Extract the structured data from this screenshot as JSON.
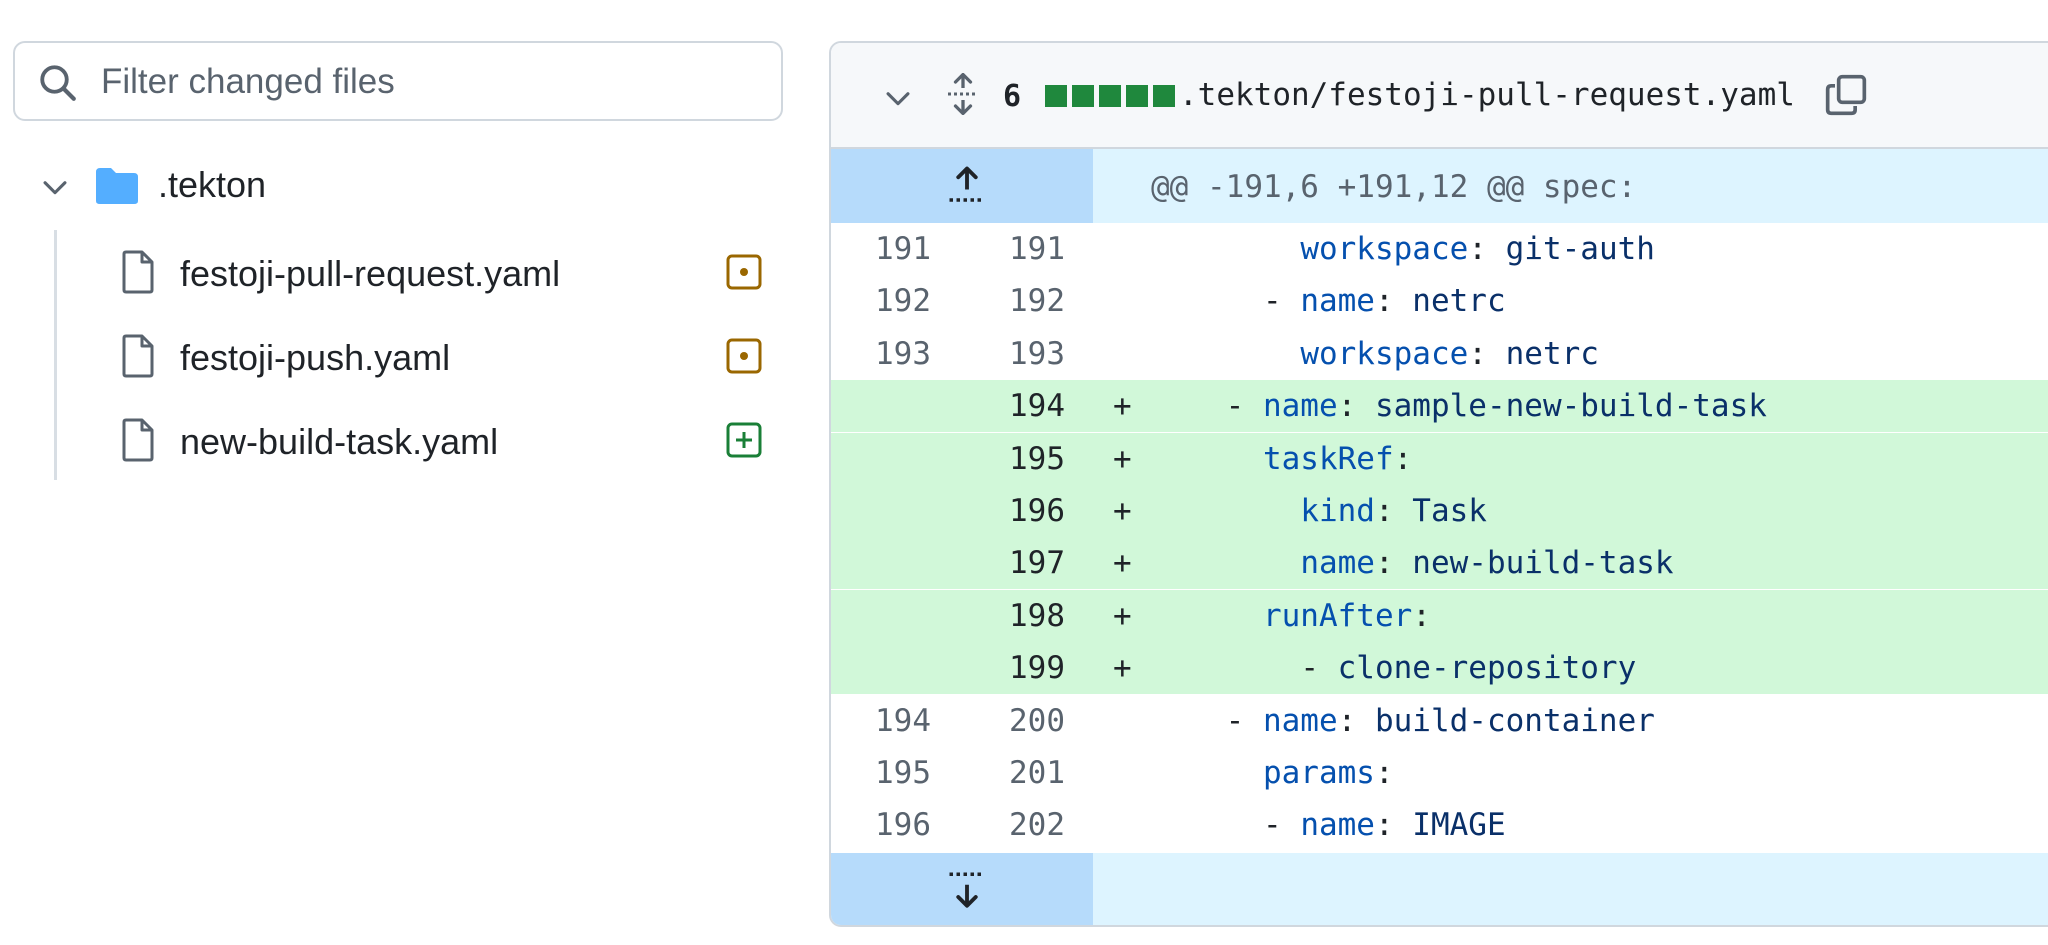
{
  "filter": {
    "placeholder": "Filter changed files"
  },
  "tree": {
    "folder": ".tekton",
    "files": [
      {
        "name": "festoji-pull-request.yaml",
        "status": "modified"
      },
      {
        "name": "festoji-push.yaml",
        "status": "modified"
      },
      {
        "name": "new-build-task.yaml",
        "status": "added"
      }
    ]
  },
  "diff": {
    "changes": "6",
    "path": ".tekton/festoji-pull-request.yaml",
    "hunk_header": "@@ -191,6 +191,12 @@ spec:",
    "lines": [
      {
        "old": "191",
        "new": "191",
        "mark": "",
        "indent": "        ",
        "dash": "",
        "key": "workspace",
        "value": "git-auth"
      },
      {
        "old": "192",
        "new": "192",
        "mark": "",
        "indent": "      ",
        "dash": "- ",
        "key": "name",
        "value": "netrc"
      },
      {
        "old": "193",
        "new": "193",
        "mark": "",
        "indent": "        ",
        "dash": "",
        "key": "workspace",
        "value": "netrc"
      },
      {
        "old": "",
        "new": "194",
        "mark": "+",
        "indent": "    ",
        "dash": "- ",
        "key": "name",
        "value": "sample-new-build-task"
      },
      {
        "old": "",
        "new": "195",
        "mark": "+",
        "indent": "      ",
        "dash": "",
        "key": "taskRef",
        "value": ""
      },
      {
        "old": "",
        "new": "196",
        "mark": "+",
        "indent": "        ",
        "dash": "",
        "key": "kind",
        "value": "Task"
      },
      {
        "old": "",
        "new": "197",
        "mark": "+",
        "indent": "        ",
        "dash": "",
        "key": "name",
        "value": "new-build-task"
      },
      {
        "old": "",
        "new": "198",
        "mark": "+",
        "indent": "      ",
        "dash": "",
        "key": "runAfter",
        "value": ""
      },
      {
        "old": "",
        "new": "199",
        "mark": "+",
        "indent": "        ",
        "dash": "- ",
        "key": "",
        "value": "clone-repository"
      },
      {
        "old": "194",
        "new": "200",
        "mark": "",
        "indent": "    ",
        "dash": "- ",
        "key": "name",
        "value": "build-container"
      },
      {
        "old": "195",
        "new": "201",
        "mark": "",
        "indent": "      ",
        "dash": "",
        "key": "params",
        "value": ""
      },
      {
        "old": "196",
        "new": "202",
        "mark": "",
        "indent": "      ",
        "dash": "- ",
        "key": "name",
        "value": "IMAGE"
      }
    ]
  },
  "colors": {
    "added_bg": "#d1f8d9",
    "hunk_bg": "#ddf4ff",
    "hunk_gutter": "#b6dbfb",
    "add_blocks": "#1f883d",
    "modified_icon": "#9a6700",
    "added_icon": "#1a7f37",
    "folder_icon": "#54aeff"
  }
}
